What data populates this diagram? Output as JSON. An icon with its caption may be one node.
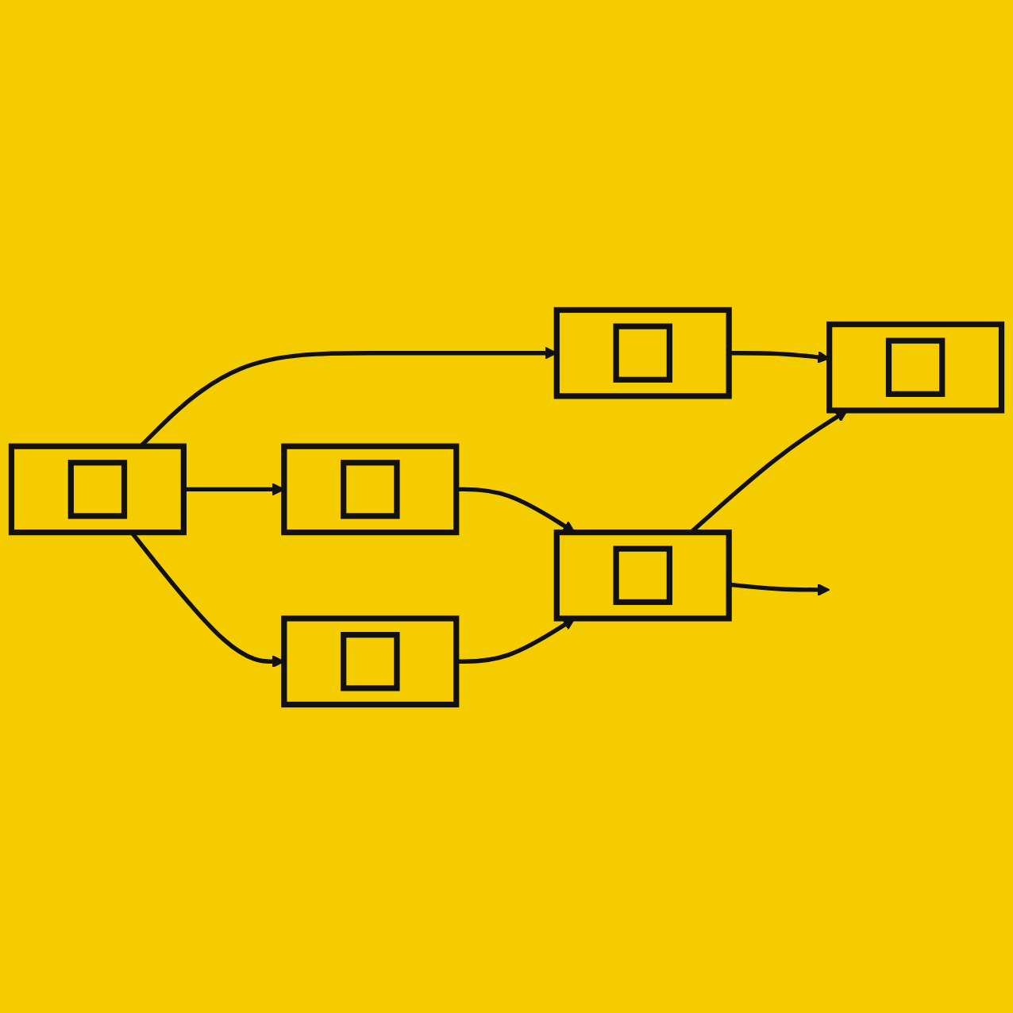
{
  "diagram": {
    "nodes": [
      {
        "text": [],
        "shape": "box"
      },
      {
        "text": [],
        "shape": "box"
      },
      {
        "text": [],
        "shape": "box"
      },
      {
        "text": [],
        "shape": "box"
      },
      {
        "text": [],
        "shape": "box"
      },
      {
        "text": [],
        "shape": "box"
      }
    ],
    "edges": [
      {
        "from": 2,
        "to": 0,
        "arrow": "to"
      },
      {
        "from": 0,
        "to": 1,
        "arrow": "to"
      },
      {
        "from": 2,
        "to": 3,
        "arrow": "to"
      },
      {
        "from": 3,
        "to": 4,
        "arrow": "to"
      },
      {
        "from": 4,
        "to": null,
        "arrow": "to"
      },
      {
        "from": 4,
        "to": 1,
        "arrow": "to"
      },
      {
        "from": 5,
        "to": 4,
        "arrow": "to"
      },
      {
        "from": 2,
        "to": 5,
        "arrow": "to"
      }
    ]
  }
}
